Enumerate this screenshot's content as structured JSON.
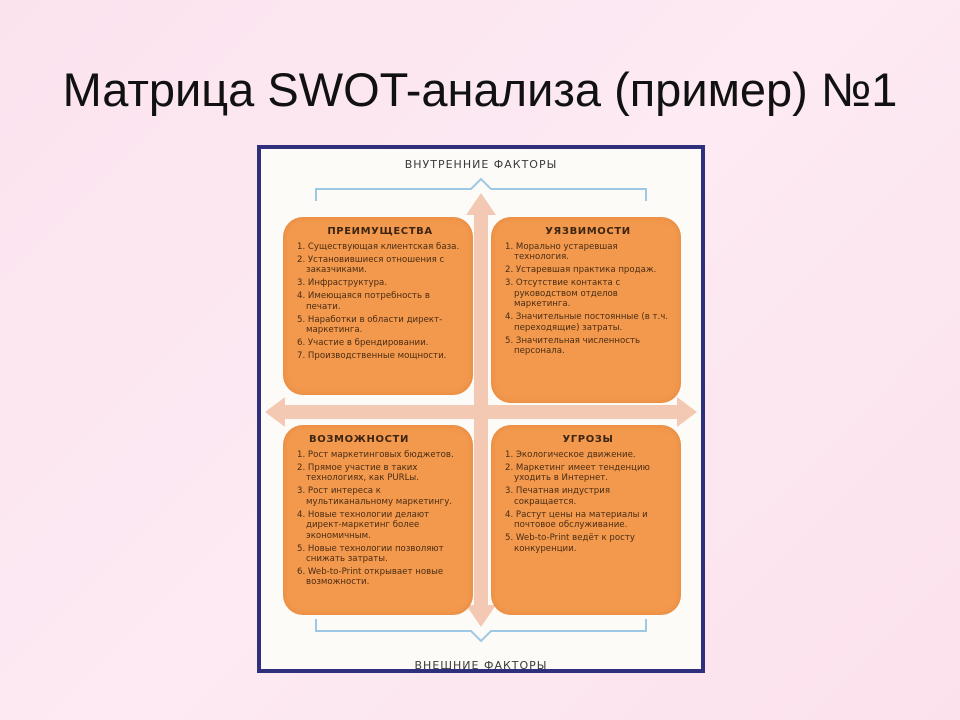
{
  "slide": {
    "title": "Матрица SWOT-анализа (пример) №1"
  },
  "axes": {
    "top": "ВНУТРЕННИЕ ФАКТОРЫ",
    "bottom": "ВНЕШНИЕ ФАКТОРЫ"
  },
  "quadrants": {
    "strengths": {
      "title": "ПРЕИМУЩЕСТВА",
      "items": [
        "1. Существующая клиентская база.",
        "2. Установившиеся отношения с заказчиками.",
        "3. Инфраструктура.",
        "4. Имеющаяся потребность в печати.",
        "5. Наработки в области директ-маркетинга.",
        "6. Участие в брендировании.",
        "7. Производственные мощности."
      ]
    },
    "weaknesses": {
      "title": "УЯЗВИМОСТИ",
      "items": [
        "1. Морально устаревшая технология.",
        "2. Устаревшая практика продаж.",
        "3. Отсутствие контакта с руководством отделов маркетинга.",
        "4. Значительные постоянные (в т.ч. переходящие) затраты.",
        "5. Значительная численность персонала."
      ]
    },
    "opportunities": {
      "title": "ВОЗМОЖНОСТИ",
      "items": [
        "1. Рост маркетинговых бюджетов.",
        "2. Прямое участие в таких технологиях, как PURLы.",
        "3. Рост интереса к мультиканальному маркетингу.",
        "4. Новые технологии делают директ-маркетинг более экономичным.",
        "5. Новые технологии позволяют снижать затраты.",
        "6. Web-to-Print открывает новые возможности."
      ]
    },
    "threats": {
      "title": "УГРОЗЫ",
      "items": [
        "1. Экологическое движение.",
        "2. Маркетинг имеет тенденцию уходить в Интернет.",
        "3. Печатная индустрия сокращается.",
        "4. Растут цены на материалы и почтовое обслуживание.",
        "5. Web-to-Print ведёт к росту конкуренции."
      ]
    }
  },
  "colors": {
    "quadrant": "#f2994d",
    "arrow": "#f4c9b4",
    "frame_border": "#2f2f7c",
    "bracket": "#9ec9e4"
  }
}
